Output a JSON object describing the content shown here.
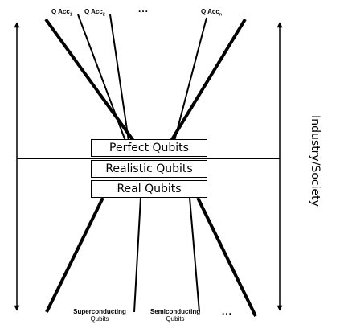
{
  "boxes": {
    "top": "Perfect Qubits",
    "middle": "Realistic Qubits",
    "bottom": "Real Qubits"
  },
  "top_labels": {
    "acc1_main": "Q Acc",
    "acc1_sub": "1",
    "acc2_main": "Q Acc",
    "acc2_sub": "2",
    "ellipsis": "...",
    "accn_main": "Q Acc",
    "accn_sub": "n"
  },
  "bottom_labels": {
    "superconducting": "Superconducting",
    "superconducting_sub": "Qubits",
    "semiconducting": "Semiconducting",
    "semiconducting_sub": "Qubits",
    "ellipsis": "..."
  },
  "side_label": "Industry/Society"
}
